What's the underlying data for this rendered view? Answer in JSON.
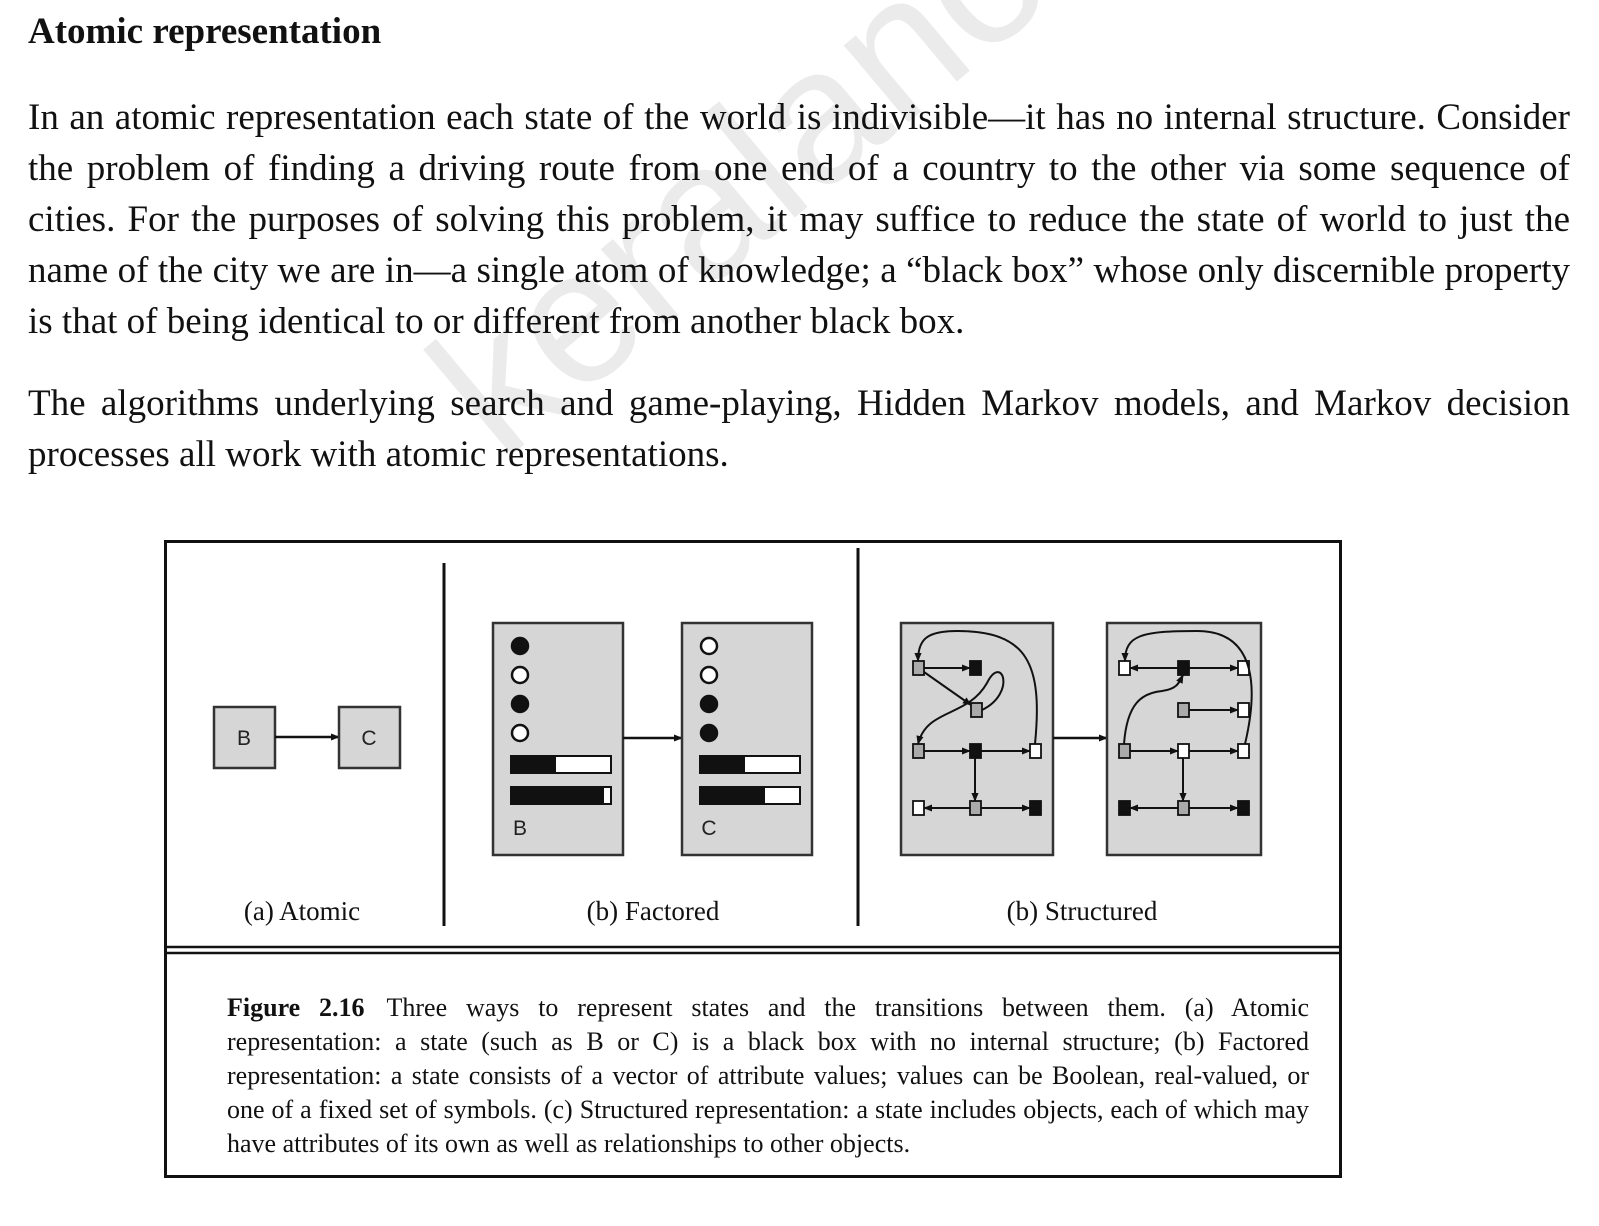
{
  "watermark": "keralanotes.com",
  "heading": "Atomic representation",
  "paragraphs": [
    "In an atomic representation each state of the world is indivisible—it has no internal structure. Consider the problem of finding a driving route from one end of a country to the other via some sequence of cities. For the purposes of solving this problem, it may suffice to reduce the state of world to just the name of the city we are in—a single atom of knowledge; a “black box” whose only discernible property is that of being identical to or different from another black box.",
    "The algorithms underlying search and game-playing, Hidden Markov models, and Markov decision processes all work with atomic representations."
  ],
  "figure": {
    "atomic": {
      "state_b": "B",
      "state_c": "C",
      "label": "(a) Atomic"
    },
    "factored": {
      "state_b": {
        "name": "B",
        "booleans": [
          true,
          false,
          true,
          false
        ],
        "bars": [
          0.45,
          0.93
        ]
      },
      "state_c": {
        "name": "C",
        "booleans": [
          false,
          false,
          true,
          true
        ],
        "bars": [
          0.45,
          0.65
        ]
      },
      "label": "(b) Factored"
    },
    "structured": {
      "label": "(b) Structured"
    },
    "caption_number": "Figure 2.16",
    "caption_text": "Three ways to represent states and the transitions between them. (a) Atomic representation: a state (such as B or C) is a black box with no internal structure; (b) Factored representation: a state consists of a vector of attribute values; values can be Boolean, real-valued, or one of a fixed set of symbols. (c) Structured representation: a state includes objects, each of which may have attributes of its own as well as relationships to other objects."
  }
}
